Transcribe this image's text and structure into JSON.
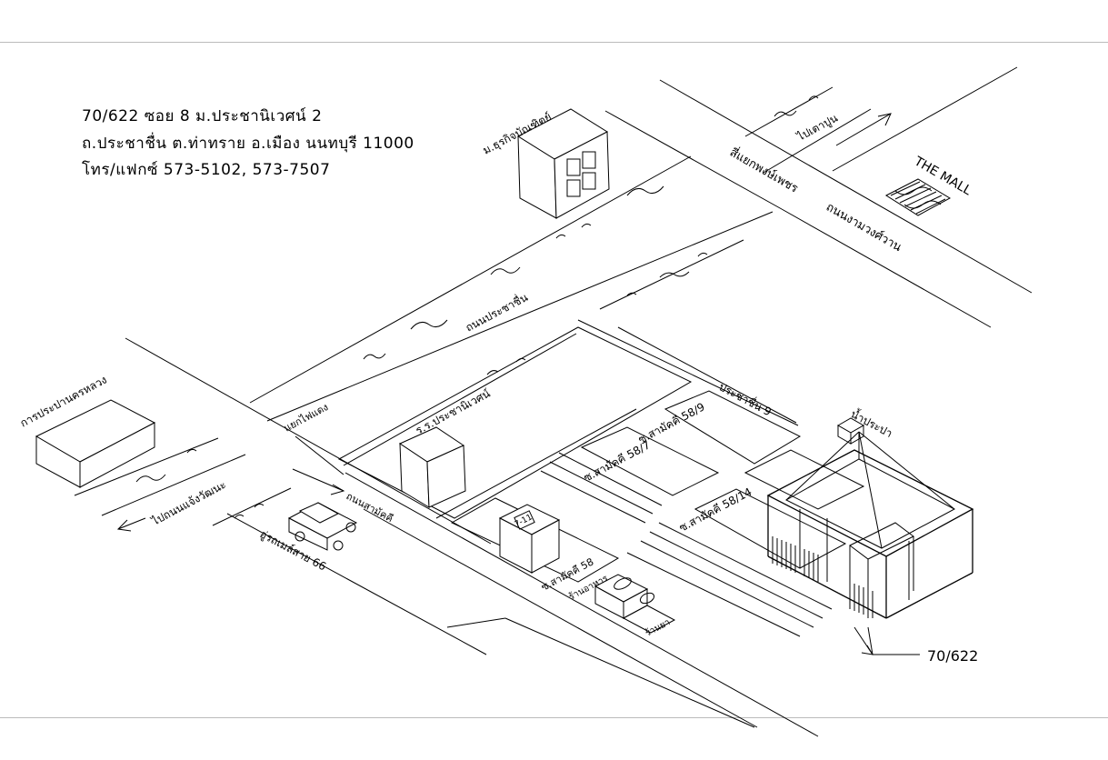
{
  "address": {
    "line1": "70/622 ซอย 8 ม.ประชานิเวศน์ 2",
    "line2": "ถ.ประชาชื่น ต.ท่าทราย อ.เมือง นนทบุรี 11000",
    "line3": "โทร/แฟกซ์ 573-5102, 573-7507"
  },
  "labels": {
    "university": "ม.ธุรกิจบัณฑิตย์",
    "to_tao_poon": "ไปเตาปูน",
    "the_mall": "THE MALL",
    "kaset_intersection": "สี่แยกพงษ์เพชร",
    "ngamwongwan_rd": "ถนนงามวงศ์วาน",
    "prachachuen_rd": "ถนนประชาชื่น",
    "prachachuen_9": "ประชาชื่น 9",
    "water_tower": "น้ำประปา",
    "water_authority": "การประปานครหลวง",
    "to_pakkret": "ไปถนนแจ้งวัฒนะ",
    "samakkhi_rd": "ถนนสามัคคี",
    "traffic_light": "แยกไฟแดง",
    "bus_terminal": "อู่รถเมล์สาย 66",
    "school": "ร.ร.ประชานิเวศน์",
    "soi_9": "ซ.สามัคคี 58/9",
    "soi_7": "ซ.สามัคคี 58/7",
    "soi_14": "ซ.สามัคคี 58/14",
    "soi_58": "ซ.สามัคคี 58",
    "shop_a": "7-11",
    "shop_b": "ร้านอาหาร",
    "shop_c": "ร้านยา",
    "house_number": "70/622"
  },
  "icons": {
    "north_arrow": "arrow-up-right-icon",
    "car": "car-icon",
    "mall_logo": "hatched-logo-icon"
  }
}
